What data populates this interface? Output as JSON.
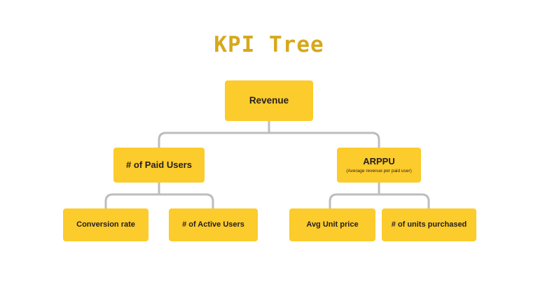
{
  "page": {
    "title": "KPI Tree",
    "background_color": "#ffffff",
    "title_color": "#d6a81c",
    "node_fill_color": "#fccb2c",
    "node_text_color": "#231f20",
    "connector_color": "#bdbdbd"
  },
  "tree": {
    "root": {
      "label": "Revenue"
    },
    "level2": [
      {
        "label": "# of Paid Users",
        "sublabel": ""
      },
      {
        "label": "ARPPU",
        "sublabel": "(Average revenue per paid user)"
      }
    ],
    "level3": [
      {
        "label": "Conversion rate"
      },
      {
        "label": "# of Active Users"
      },
      {
        "label": "Avg Unit price"
      },
      {
        "label": "# of units purchased"
      }
    ]
  }
}
